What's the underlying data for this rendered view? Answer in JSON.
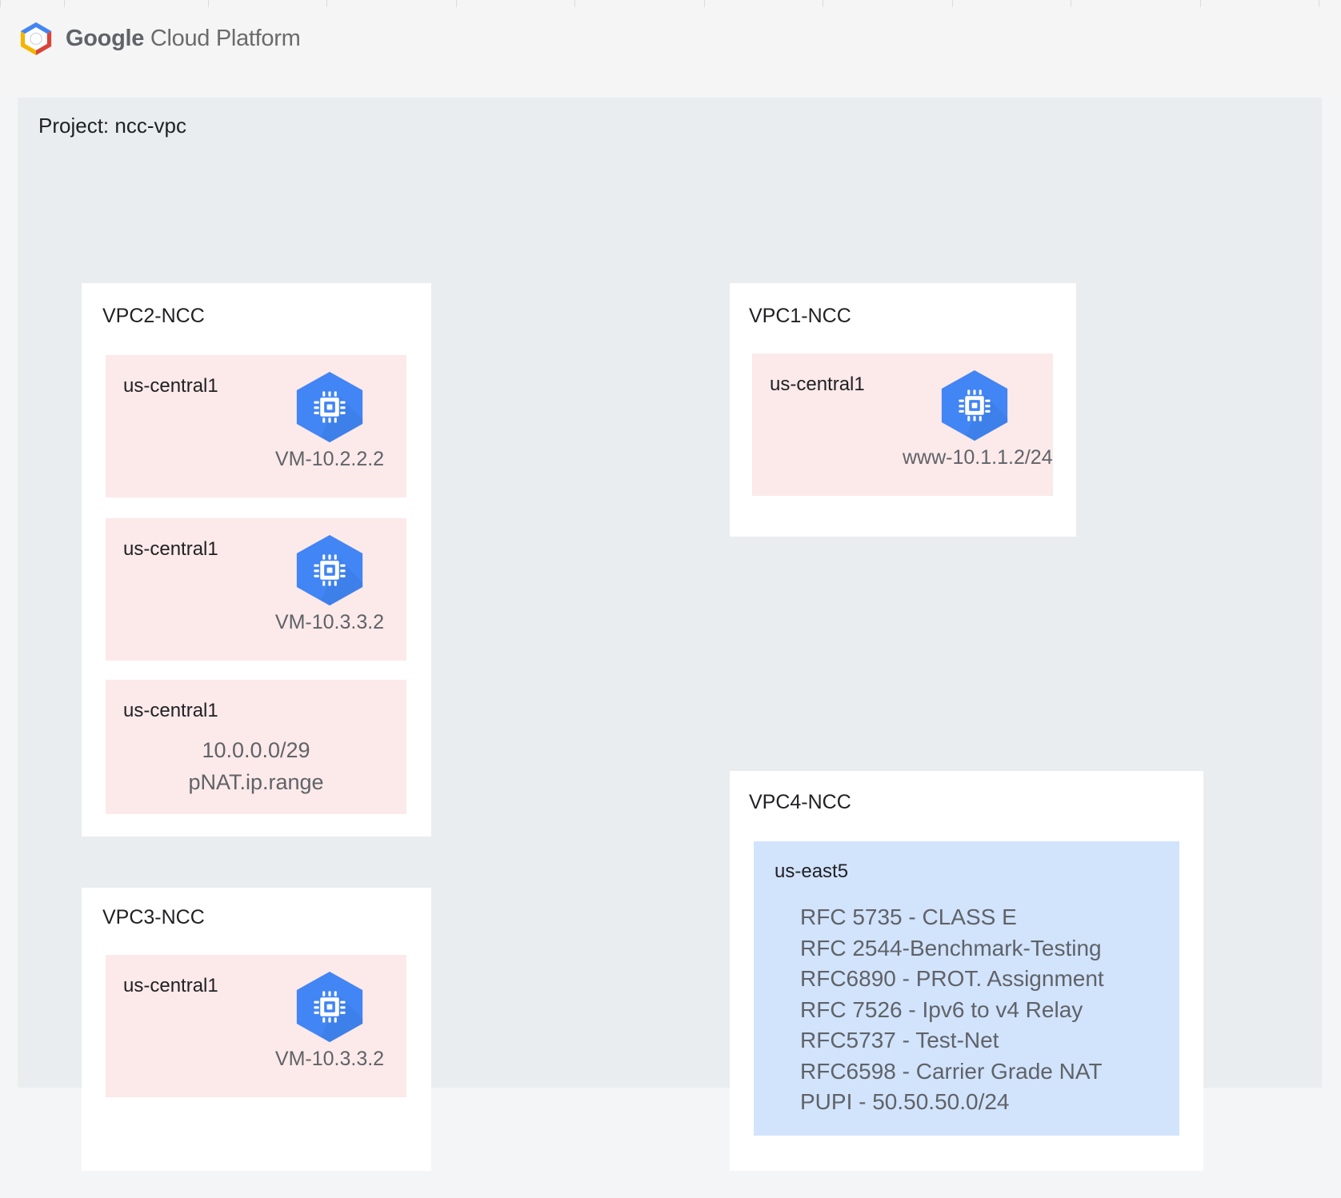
{
  "brand": {
    "logo_icon": "google-cloud-logo-icon",
    "name_bold": "Google",
    "name_rest": " Cloud Platform"
  },
  "project": {
    "title": "Project: ncc-vpc"
  },
  "colors": {
    "page_background": "#f4f5f6",
    "top_bar": "#f5f5f5",
    "project_panel": "#e9edf0",
    "card": "#ffffff",
    "subnet_pink": "#fce9e9",
    "subnet_blue": "#d2e3fc",
    "vm_hex_blue": "#4285f4",
    "vm_hex_shadow": "#3b78e7",
    "label_gray": "#5f6368",
    "text_dark": "#202124"
  },
  "vpcs": [
    {
      "id": "vpc2",
      "title": "VPC2-NCC",
      "subnets": [
        {
          "id": "vpc2-subnet-1",
          "region": "us-central1",
          "kind": "vm",
          "vm_icon": "compute-vm-icon",
          "vm_label": "VM-10.2.2.2"
        },
        {
          "id": "vpc2-subnet-2",
          "region": "us-central1",
          "kind": "vm",
          "vm_icon": "compute-vm-icon",
          "vm_label": "VM-10.3.3.2"
        },
        {
          "id": "vpc2-subnet-3",
          "region": "us-central1",
          "kind": "text",
          "lines": "10.0.0.0/29\npNAT.ip.range"
        }
      ]
    },
    {
      "id": "vpc1",
      "title": "VPC1-NCC",
      "subnets": [
        {
          "id": "vpc1-subnet-1",
          "region": "us-central1",
          "kind": "vm",
          "vm_icon": "compute-vm-icon",
          "vm_label": "www-10.1.1.2/24"
        }
      ]
    },
    {
      "id": "vpc3",
      "title": "VPC3-NCC",
      "subnets": [
        {
          "id": "vpc3-subnet-1",
          "region": "us-central1",
          "kind": "vm",
          "vm_icon": "compute-vm-icon",
          "vm_label": "VM-10.3.3.2"
        }
      ]
    },
    {
      "id": "vpc4",
      "title": "VPC4-NCC",
      "subnets": [
        {
          "id": "vpc4-subnet-1",
          "region": "us-east5",
          "kind": "text",
          "lines": "RFC 5735 - CLASS E\nRFC 2544-Benchmark-Testing\nRFC6890 - PROT. Assignment\nRFC 7526 - Ipv6 to v4 Relay\nRFC5737 - Test-Net\nRFC6598 - Carrier Grade NAT\nPUPI - 50.50.50.0/24"
        }
      ]
    }
  ]
}
